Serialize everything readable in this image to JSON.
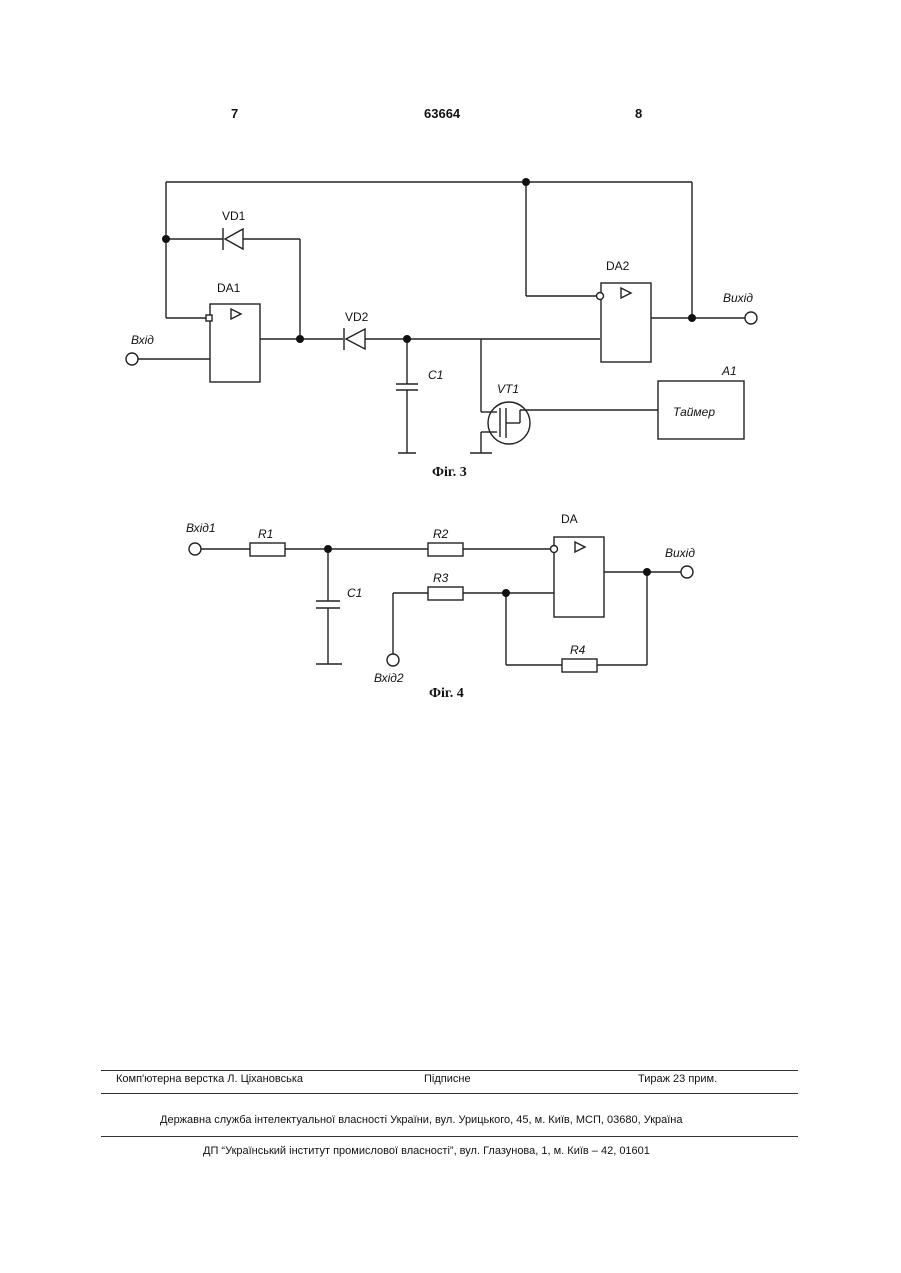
{
  "header": {
    "page_left": "7",
    "patent_number": "63664",
    "page_right": "8"
  },
  "fig3": {
    "labels": {
      "vd1": "VD1",
      "da1": "DA1",
      "vd2": "VD2",
      "da2": "DA2",
      "c1": "C1",
      "vt1": "VT1",
      "a1": "A1",
      "timer": "Таймер",
      "input": "Вхід",
      "output": "Вихід"
    },
    "caption": "Фіг. 3"
  },
  "fig4": {
    "labels": {
      "input1": "Вхід1",
      "r1": "R1",
      "c1": "C1",
      "r2": "R2",
      "r3": "R3",
      "da": "DA",
      "output": "Вихід",
      "r4": "R4",
      "input2": "Вхід2"
    },
    "caption": "Фіг. 4"
  },
  "footer": {
    "layout_credit": "Комп'ютерна верстка Л. Ціхановська",
    "signed": "Підписне",
    "circulation": "Тираж 23 прим.",
    "agency": "Державна служба інтелектуальної власності України, вул. Урицького, 45, м. Київ, МСП, 03680, Україна",
    "institute": "ДП “Український інститут промислової власності”, вул. Глазунова, 1, м. Київ – 42, 01601"
  }
}
